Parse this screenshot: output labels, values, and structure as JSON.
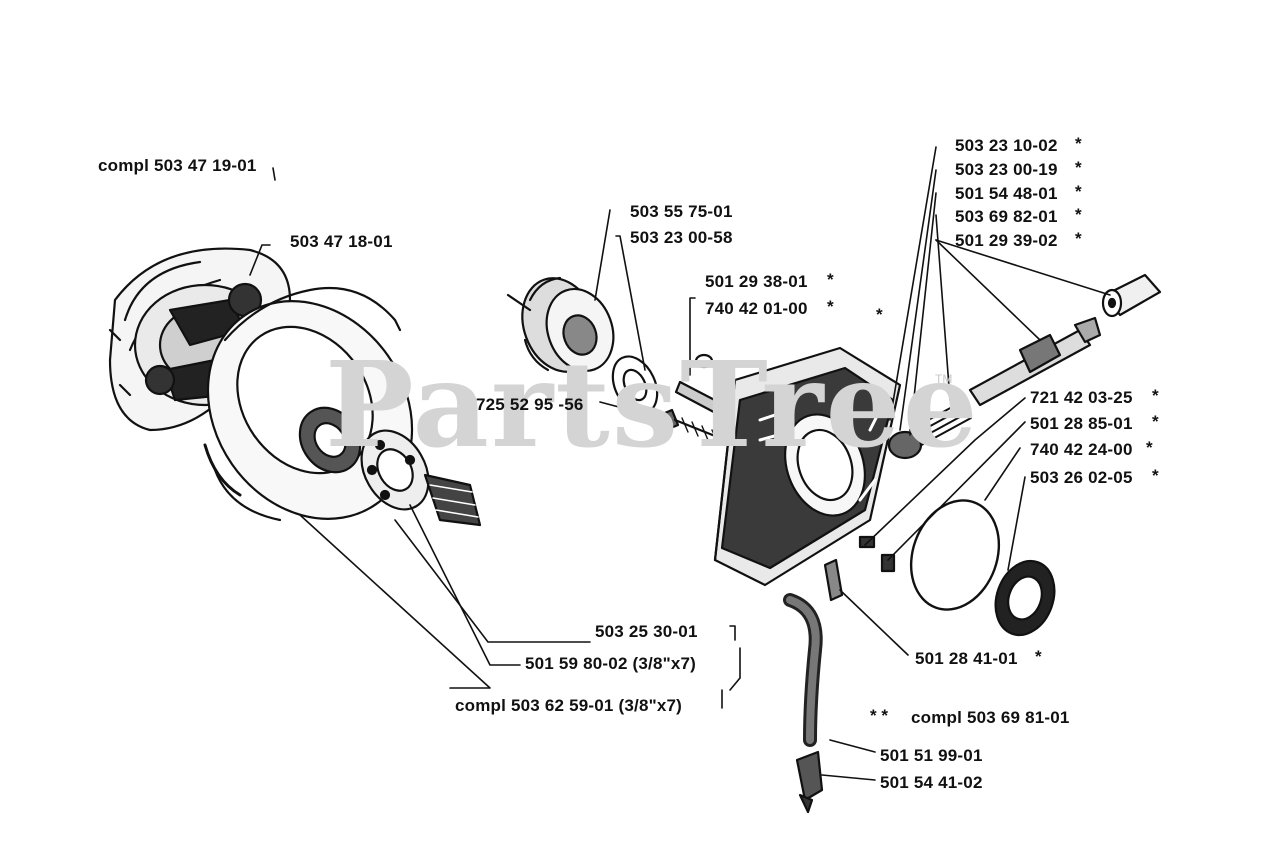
{
  "watermark": {
    "text": "PartsTree",
    "tm": "TM"
  },
  "labels": {
    "clutch_assembly": "compl 503 47 19-01",
    "clutch_drum_side": "503 47 18-01",
    "sprocket_a": "503 55 75-01",
    "sprocket_b": "503 23 00-58",
    "pin_a": "501 29 38-01",
    "pin_b": "740 42 01-00",
    "screw": "725 52 95 -56",
    "oil_a": "503 23 10-02",
    "oil_b": "503 23 00-19",
    "oil_c": "501 54 48-01",
    "oil_d": "503 69 82-01",
    "oil_e": "501 29 39-02",
    "right_a": "721 42 03-25",
    "right_b": "501 28 85-01",
    "right_c": "740 42 24-00",
    "right_d": "503 26 02-05",
    "plug": "501 28 41-01",
    "pump_compl": "compl 503 69 81-01",
    "hose_a": "501 51 99-01",
    "hose_b": "501 54 41-02",
    "bottom_a": "503 25 30-01",
    "bottom_b": "501 59 80-02 (3/8\"x7)",
    "bottom_c": "compl 503 62 59-01 (3/8\"x7)"
  },
  "marks": {
    "asterisk": "*",
    "double_asterisk": "* *"
  }
}
